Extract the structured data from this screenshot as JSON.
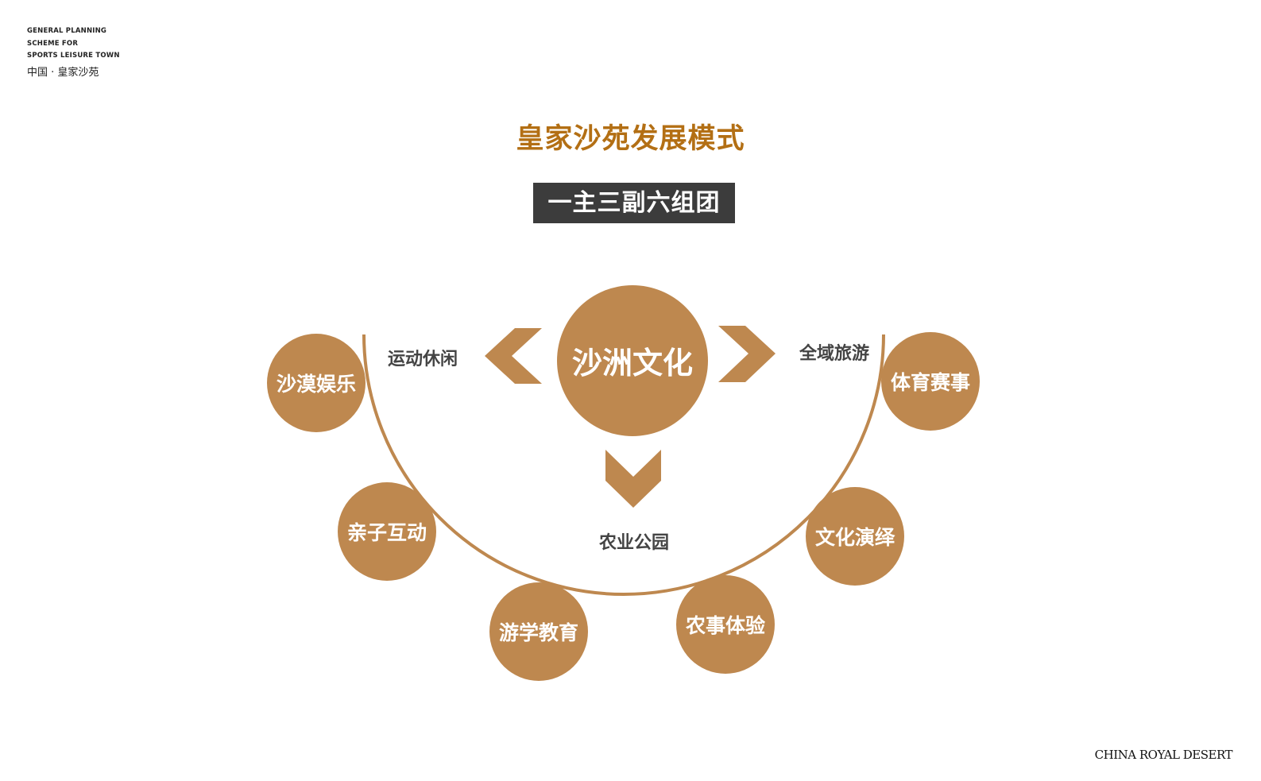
{
  "brand": {
    "english": "GENERAL PLANNING\nSCHEME FOR\nSPORTS LEISURE TOWN",
    "chinese": "中国 · 皇家沙苑"
  },
  "title": "皇家沙苑发展模式",
  "subtitle": "一主三副六组团",
  "center": {
    "label": "沙洲文化"
  },
  "secondary": [
    {
      "id": "left",
      "label": "运动休闲"
    },
    {
      "id": "right",
      "label": "全域旅游"
    },
    {
      "id": "bottom",
      "label": "农业公园"
    }
  ],
  "clusters": [
    {
      "label": "沙漠娱乐"
    },
    {
      "label": "亲子互动"
    },
    {
      "label": "游学教育"
    },
    {
      "label": "农事体验"
    },
    {
      "label": "文化演绎"
    },
    {
      "label": "体育赛事"
    }
  ],
  "footer": "CHINA ROYAL DESERT",
  "colors": {
    "accent": "#be884f",
    "title": "#b36f14",
    "subtitle_bg": "#3c3c3c",
    "label": "#444444"
  }
}
